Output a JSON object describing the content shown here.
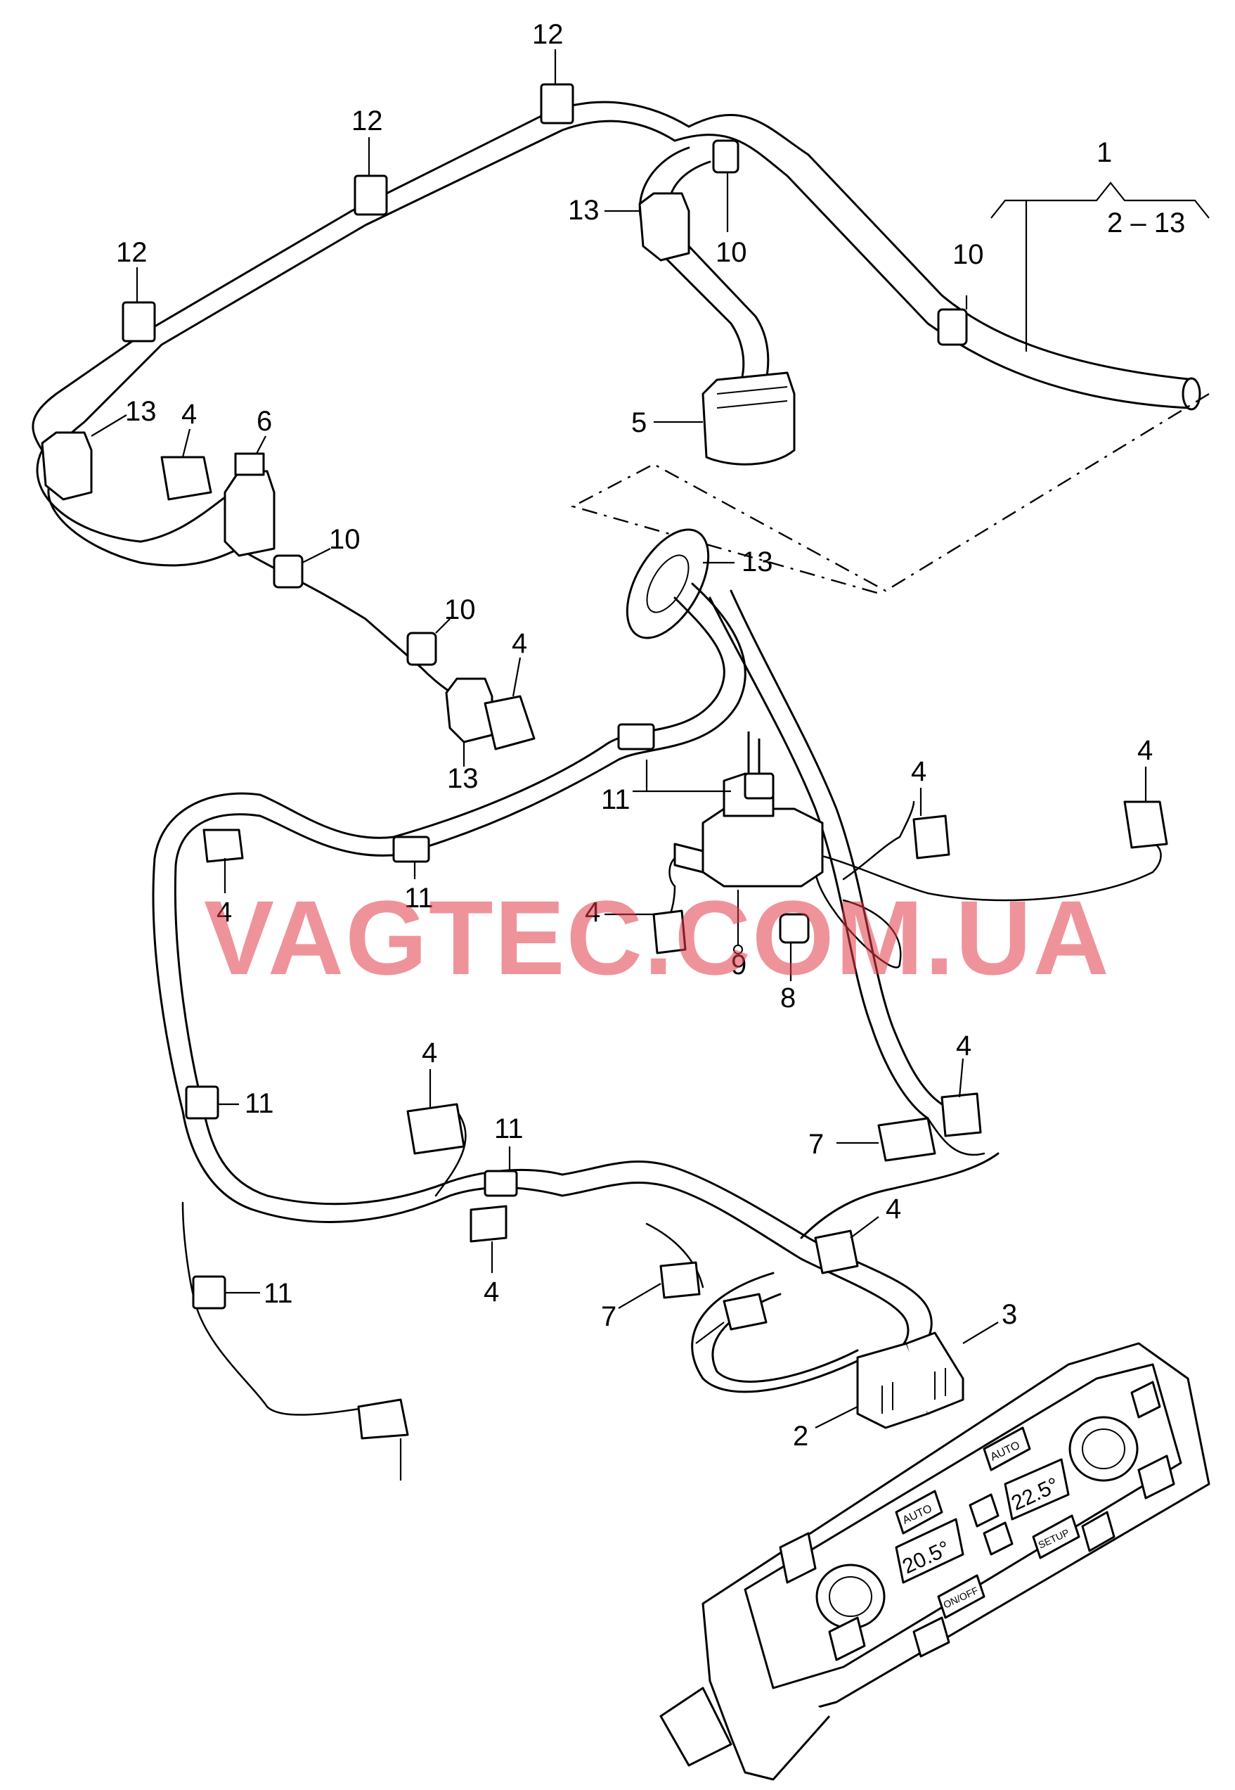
{
  "watermark": "VAGTEC.COM.UA",
  "watermark_color": "#e23b47",
  "group_label": {
    "number": "1",
    "range": "2 – 13"
  },
  "callouts": [
    "12",
    "12",
    "12",
    "13",
    "13",
    "13",
    "13",
    "10",
    "10",
    "10",
    "10",
    "10",
    "4",
    "4",
    "4",
    "4",
    "4",
    "4",
    "4",
    "4",
    "4",
    "4",
    "5",
    "6",
    "11",
    "11",
    "11",
    "11",
    "11",
    "9",
    "8",
    "7",
    "7",
    "3",
    "2"
  ],
  "control_panel": {
    "left_temp": "20.5°",
    "right_temp": "22.5°",
    "auto_left": "AUTO",
    "auto_right": "AUTO",
    "onoff": "ON/OFF",
    "setup": "SETUP"
  }
}
